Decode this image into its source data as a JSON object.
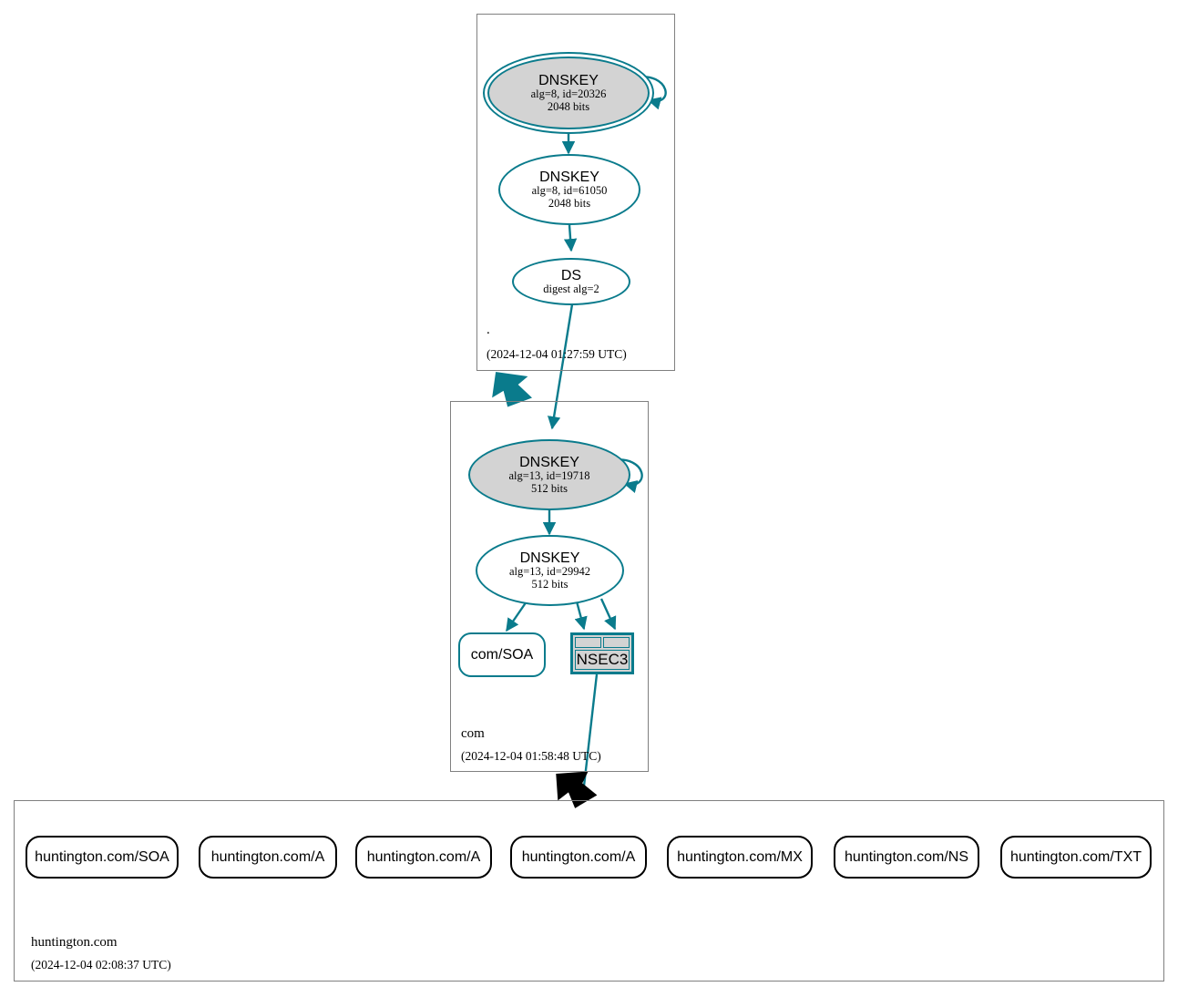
{
  "diagram": {
    "type": "dnssec-authentication-chain",
    "colors": {
      "secure_edge": "#0a7b8c",
      "insecure_edge": "#000000",
      "node_fill_key": "#d3d3d3",
      "zone_border": "#808080"
    }
  },
  "zones": [
    {
      "id": "root",
      "label": ".",
      "timestamp": "(2024-12-04 01:27:59 UTC)",
      "nodes": [
        {
          "id": "root-ksk",
          "kind": "DNSKEY",
          "title": "DNSKEY",
          "line2": "alg=8, id=20326",
          "line3": "2048 bits",
          "alg": 8,
          "key_id": 20326,
          "bits": 2048,
          "role": "ksk",
          "filled": true,
          "double_ring": true,
          "self_signed": true
        },
        {
          "id": "root-zsk",
          "kind": "DNSKEY",
          "title": "DNSKEY",
          "line2": "alg=8, id=61050",
          "line3": "2048 bits",
          "alg": 8,
          "key_id": 61050,
          "bits": 2048,
          "role": "zsk",
          "filled": false,
          "double_ring": false,
          "self_signed": false
        },
        {
          "id": "root-ds",
          "kind": "DS",
          "title": "DS",
          "line2": "digest alg=2",
          "line3": "",
          "digest_alg": 2,
          "filled": false,
          "double_ring": false
        }
      ]
    },
    {
      "id": "com",
      "label": "com",
      "timestamp": "(2024-12-04 01:58:48 UTC)",
      "nodes": [
        {
          "id": "com-ksk",
          "kind": "DNSKEY",
          "title": "DNSKEY",
          "line2": "alg=13, id=19718",
          "line3": "512 bits",
          "alg": 13,
          "key_id": 19718,
          "bits": 512,
          "role": "ksk",
          "filled": true,
          "double_ring": false,
          "self_signed": true
        },
        {
          "id": "com-zsk",
          "kind": "DNSKEY",
          "title": "DNSKEY",
          "line2": "alg=13, id=29942",
          "line3": "512 bits",
          "alg": 13,
          "key_id": 29942,
          "bits": 512,
          "role": "zsk",
          "filled": false,
          "double_ring": false,
          "self_signed": false
        },
        {
          "id": "com-soa",
          "kind": "RRset",
          "title": "com/SOA",
          "secure": true
        },
        {
          "id": "com-nsec3",
          "kind": "NSEC3",
          "title": "NSEC3",
          "secure": true
        }
      ]
    },
    {
      "id": "huntington",
      "label": "huntington.com",
      "timestamp": "(2024-12-04 02:08:37 UTC)",
      "nodes": [
        {
          "id": "h-soa",
          "kind": "RRset",
          "title": "huntington.com/SOA",
          "secure": false
        },
        {
          "id": "h-a1",
          "kind": "RRset",
          "title": "huntington.com/A",
          "secure": false
        },
        {
          "id": "h-a2",
          "kind": "RRset",
          "title": "huntington.com/A",
          "secure": false
        },
        {
          "id": "h-a3",
          "kind": "RRset",
          "title": "huntington.com/A",
          "secure": false
        },
        {
          "id": "h-mx",
          "kind": "RRset",
          "title": "huntington.com/MX",
          "secure": false
        },
        {
          "id": "h-ns",
          "kind": "RRset",
          "title": "huntington.com/NS",
          "secure": false
        },
        {
          "id": "h-txt",
          "kind": "RRset",
          "title": "huntington.com/TXT",
          "secure": false
        }
      ]
    }
  ],
  "edges": [
    {
      "from": "root-ksk",
      "to": "root-ksk",
      "style": "self-loop",
      "color": "secure"
    },
    {
      "from": "root-ksk",
      "to": "root-zsk",
      "style": "arrow",
      "color": "secure"
    },
    {
      "from": "root-zsk",
      "to": "root-ds",
      "style": "arrow",
      "color": "secure"
    },
    {
      "from": "root-ds",
      "to": "com-ksk",
      "style": "arrow",
      "color": "secure"
    },
    {
      "from": "root",
      "to": "com",
      "style": "delegation",
      "color": "secure"
    },
    {
      "from": "com-ksk",
      "to": "com-ksk",
      "style": "self-loop",
      "color": "secure"
    },
    {
      "from": "com-ksk",
      "to": "com-zsk",
      "style": "arrow",
      "color": "secure"
    },
    {
      "from": "com-zsk",
      "to": "com-soa",
      "style": "arrow",
      "color": "secure"
    },
    {
      "from": "com-zsk",
      "to": "com-nsec3",
      "style": "arrow",
      "color": "secure"
    },
    {
      "from": "com-zsk",
      "to": "com-nsec3",
      "style": "arrow",
      "color": "secure"
    },
    {
      "from": "com-nsec3",
      "to": "huntington",
      "style": "arrow",
      "color": "secure"
    },
    {
      "from": "com",
      "to": "huntington",
      "style": "delegation",
      "color": "insecure"
    }
  ]
}
